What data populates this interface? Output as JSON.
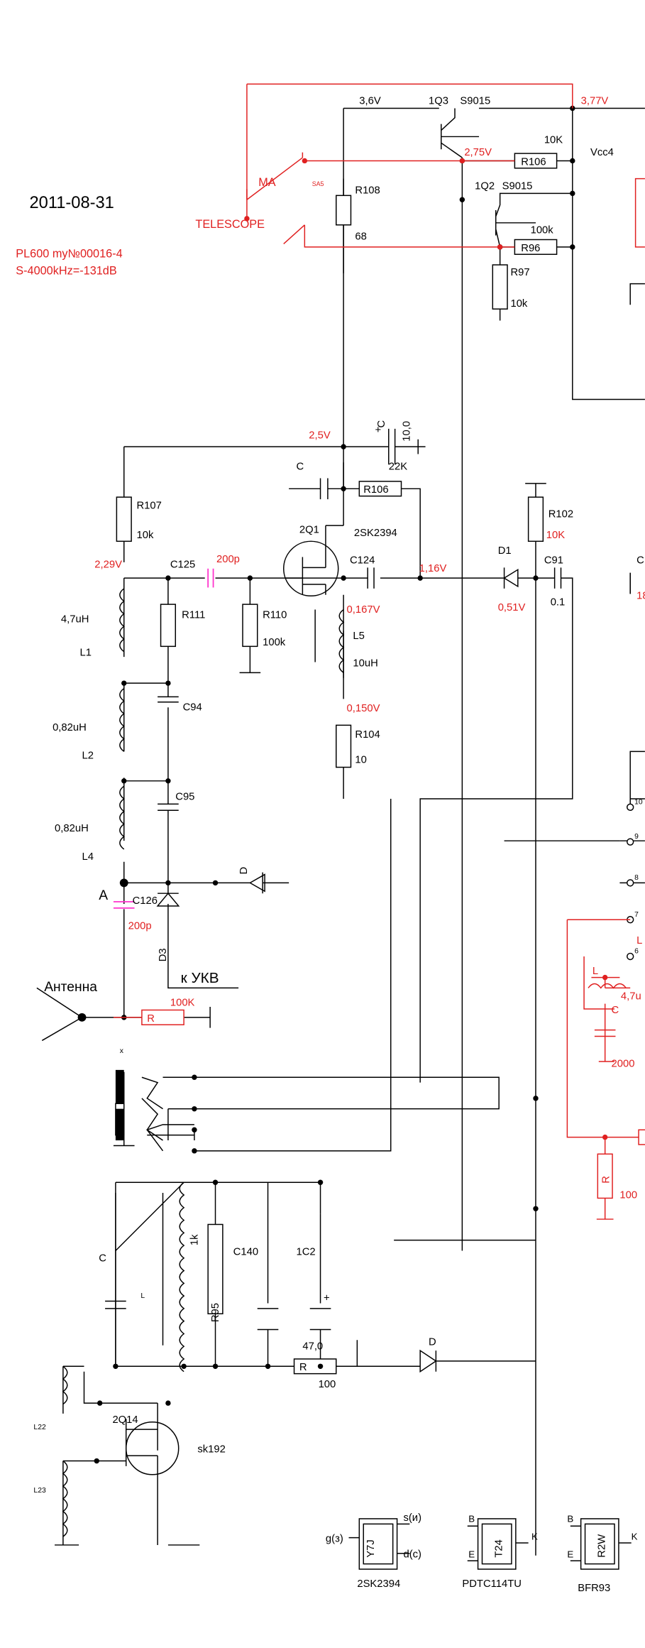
{
  "date": "2011-08-31",
  "note_line1": "PL600 my№00016-4",
  "note_line2": "S-4000kHz=-131dB",
  "colors": {
    "line": "#000000",
    "red": "#e02020",
    "magenta": "#ff33cc"
  },
  "labels": {
    "v_3_6": "3,6V",
    "q1q3": "1Q3",
    "s9015_a": "S9015",
    "v_3_77": "3,77V",
    "v_2_75": "2,75V",
    "r106_top": "R106",
    "r106_top_val": "10K",
    "vcc4": "Vcc4",
    "ma": "MA",
    "sa5": "SA5",
    "telescope": "TELESCOPE",
    "r108": "R108",
    "r108_val": "68",
    "q1q2": "1Q2",
    "s9015_b": "S9015",
    "r96_val": "100k",
    "r96": "R96",
    "r97": "R97",
    "r97_val": "10k",
    "v_2_5": "2,5V",
    "c_plus": "+",
    "c_top": "C",
    "c_top_val": "10,0",
    "c_small": "C",
    "r106_mid": "R106",
    "r106_mid_val": "22K",
    "r107": "R107",
    "r107_val": "10k",
    "q2q1": "2Q1",
    "sk2394": "2SK2394",
    "v_2_29": "2,29V",
    "c125": "C125",
    "c125_val": "200p",
    "c124": "C124",
    "v_1_16": "1,16V",
    "d1": "D1",
    "r102": "R102",
    "r102_val": "10K",
    "c91": "C91",
    "c91_val": "0.1",
    "v_0_51": "0,51V",
    "c_right": "C",
    "right_18": "18",
    "l1_val": "4,7uH",
    "l1": "L1",
    "r111": "R111",
    "r110": "R110",
    "r110_val": "100k",
    "v_0_167": "0,167V",
    "l5": "L5",
    "l5_val": "10uH",
    "v_0_150": "0,150V",
    "r104": "R104",
    "r104_val": "10",
    "l2_val": "0,82uH",
    "l2": "L2",
    "c94": "C94",
    "l4_val": "0,82uH",
    "l4": "L4",
    "c95": "C95",
    "d_diode": "D",
    "node_a": "A",
    "c126": "C126",
    "c126_val": "200p",
    "d3": "D3",
    "k_ukv": "к УКВ",
    "antenna": "Антенна",
    "r_ant_val": "100K",
    "r_ant": "R",
    "pin10": "10",
    "pin9": "9",
    "pin8": "8",
    "pin7": "7",
    "pin6": "6",
    "l_red_l": "L",
    "l_red": "L",
    "l_red_val": "4,7u",
    "c_red": "C",
    "c_red_val": "2000",
    "r_red": "R",
    "r_red_val": "100",
    "jack_x": "x",
    "c_bottom": "C",
    "l_bottom": "L",
    "r95_val": "1k",
    "r95": "R95",
    "c140": "C140",
    "c1c2": "1C2",
    "c1c2_val": "47,0",
    "c1c2_plus": "+",
    "r_bottom": "R",
    "r_bottom_val": "100",
    "d_bottom": "D",
    "l22": "L22",
    "q2q14": "2Q14",
    "sk192": "sk192",
    "l23": "L23",
    "pkg1_g": "g(з)",
    "pkg1_s": "s(и)",
    "pkg1_d": "d(c)",
    "pkg1_mark": "Y7J",
    "pkg1_name": "2SK2394",
    "pkg2_b": "B",
    "pkg2_e": "E",
    "pkg2_k": "K",
    "pkg2_mark": "T24",
    "pkg2_name": "PDTC114TU",
    "pkg3_b": "B",
    "pkg3_e": "E",
    "pkg3_k": "K",
    "pkg3_mark": "R2W",
    "pkg3_name": "BFR93"
  }
}
